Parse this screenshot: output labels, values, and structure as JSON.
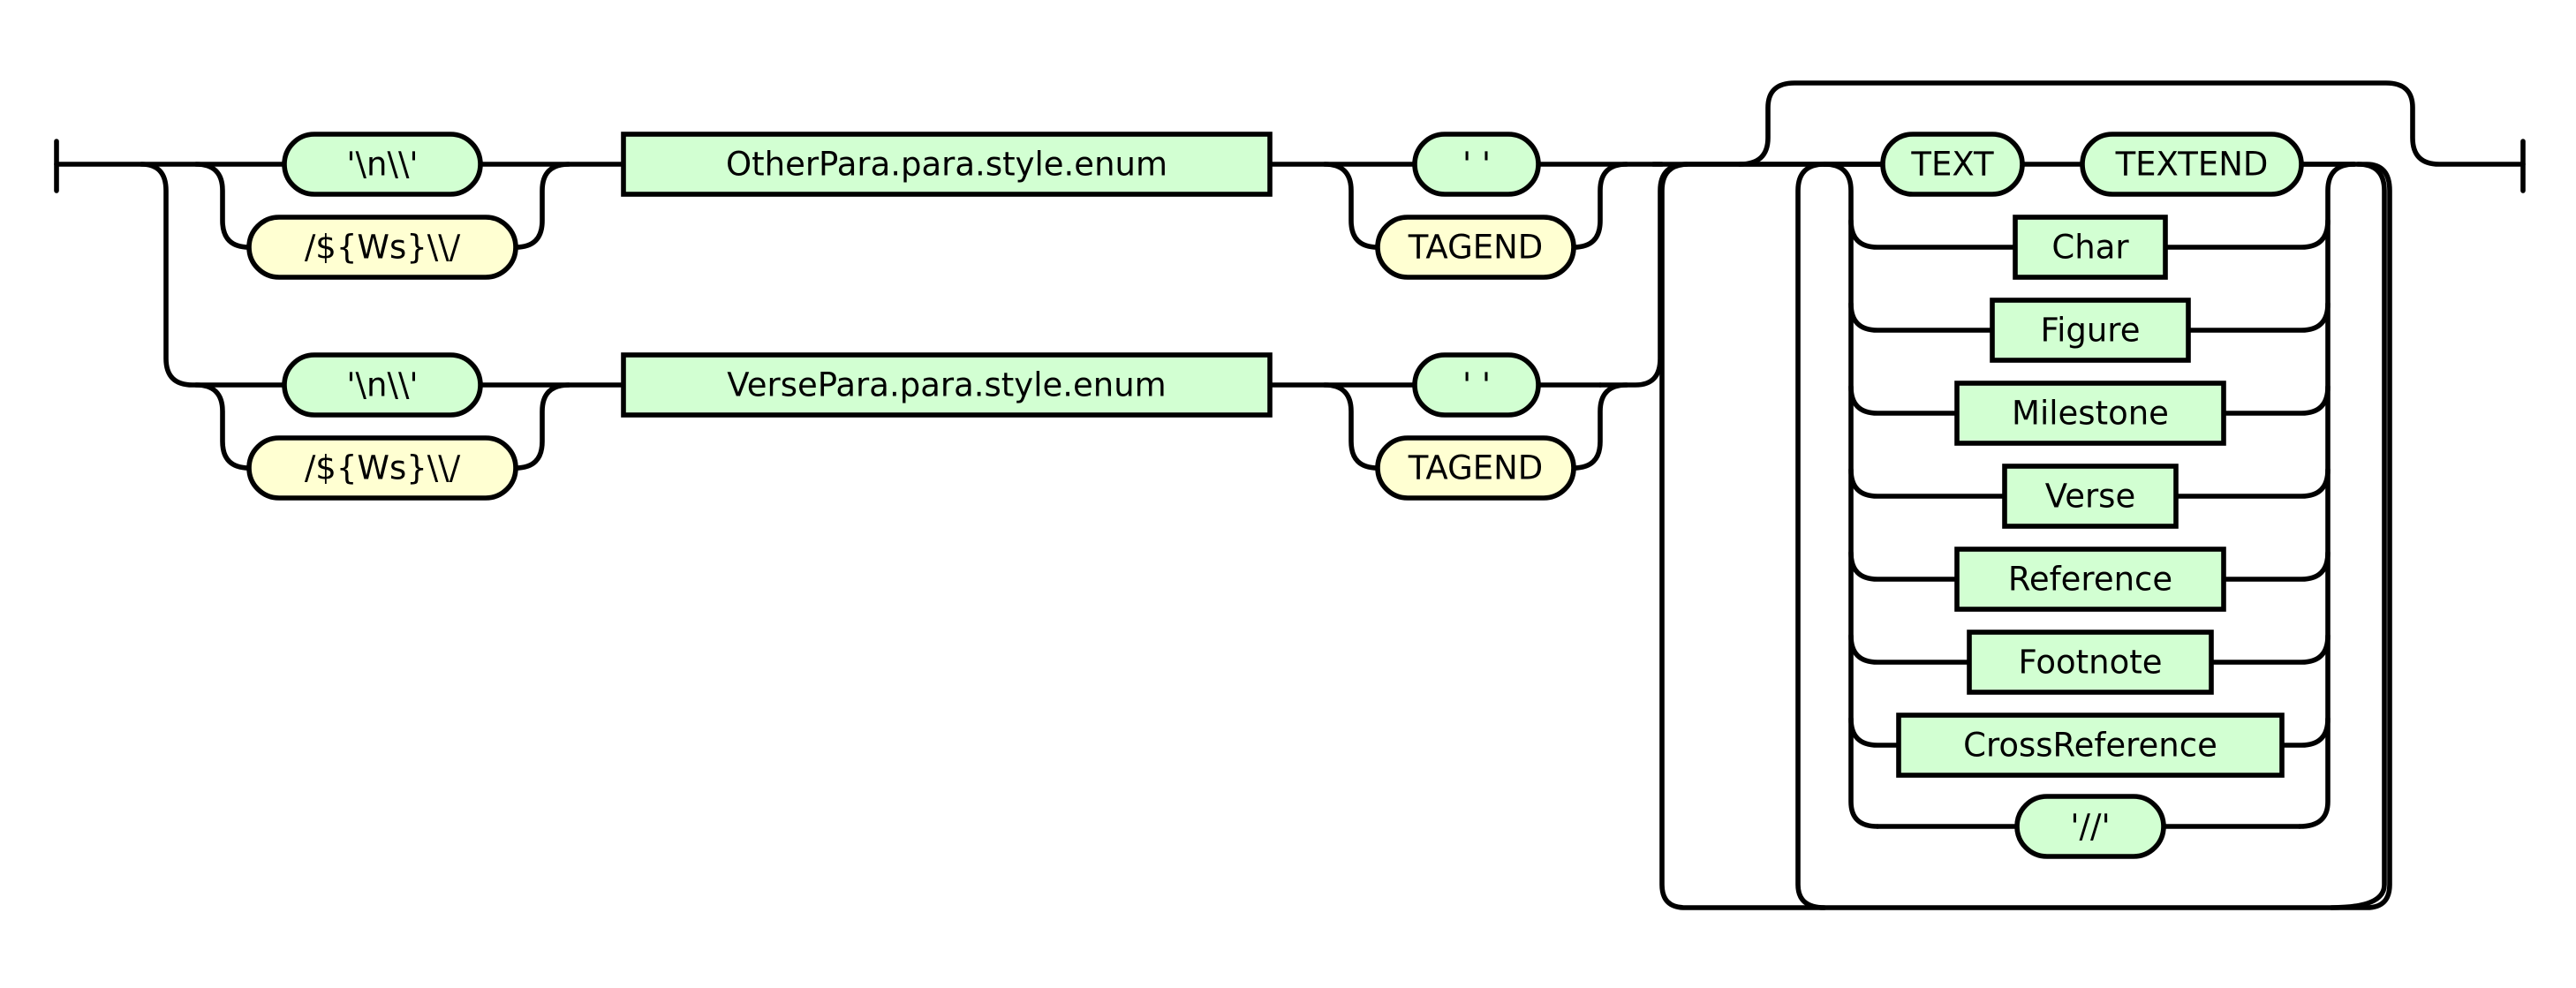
{
  "first_branch": {
    "prefix_literal": "'\\n\\\\'",
    "prefix_regex": "/${Ws}\\\\/",
    "rule": "OtherPara.para.style.enum",
    "suffix_literal": "' '",
    "suffix_token": "TAGEND"
  },
  "second_branch": {
    "prefix_literal": "'\\n\\\\'",
    "prefix_regex": "/${Ws}\\\\/",
    "rule": "VersePara.para.style.enum",
    "suffix_literal": "' '",
    "suffix_token": "TAGEND"
  },
  "content_loop": {
    "text_token": "TEXT",
    "textend_token": "TEXTEND",
    "items": [
      "Char",
      "Figure",
      "Milestone",
      "Verse",
      "Reference",
      "Footnote",
      "CrossReference"
    ],
    "closing_literal": "'//'"
  }
}
